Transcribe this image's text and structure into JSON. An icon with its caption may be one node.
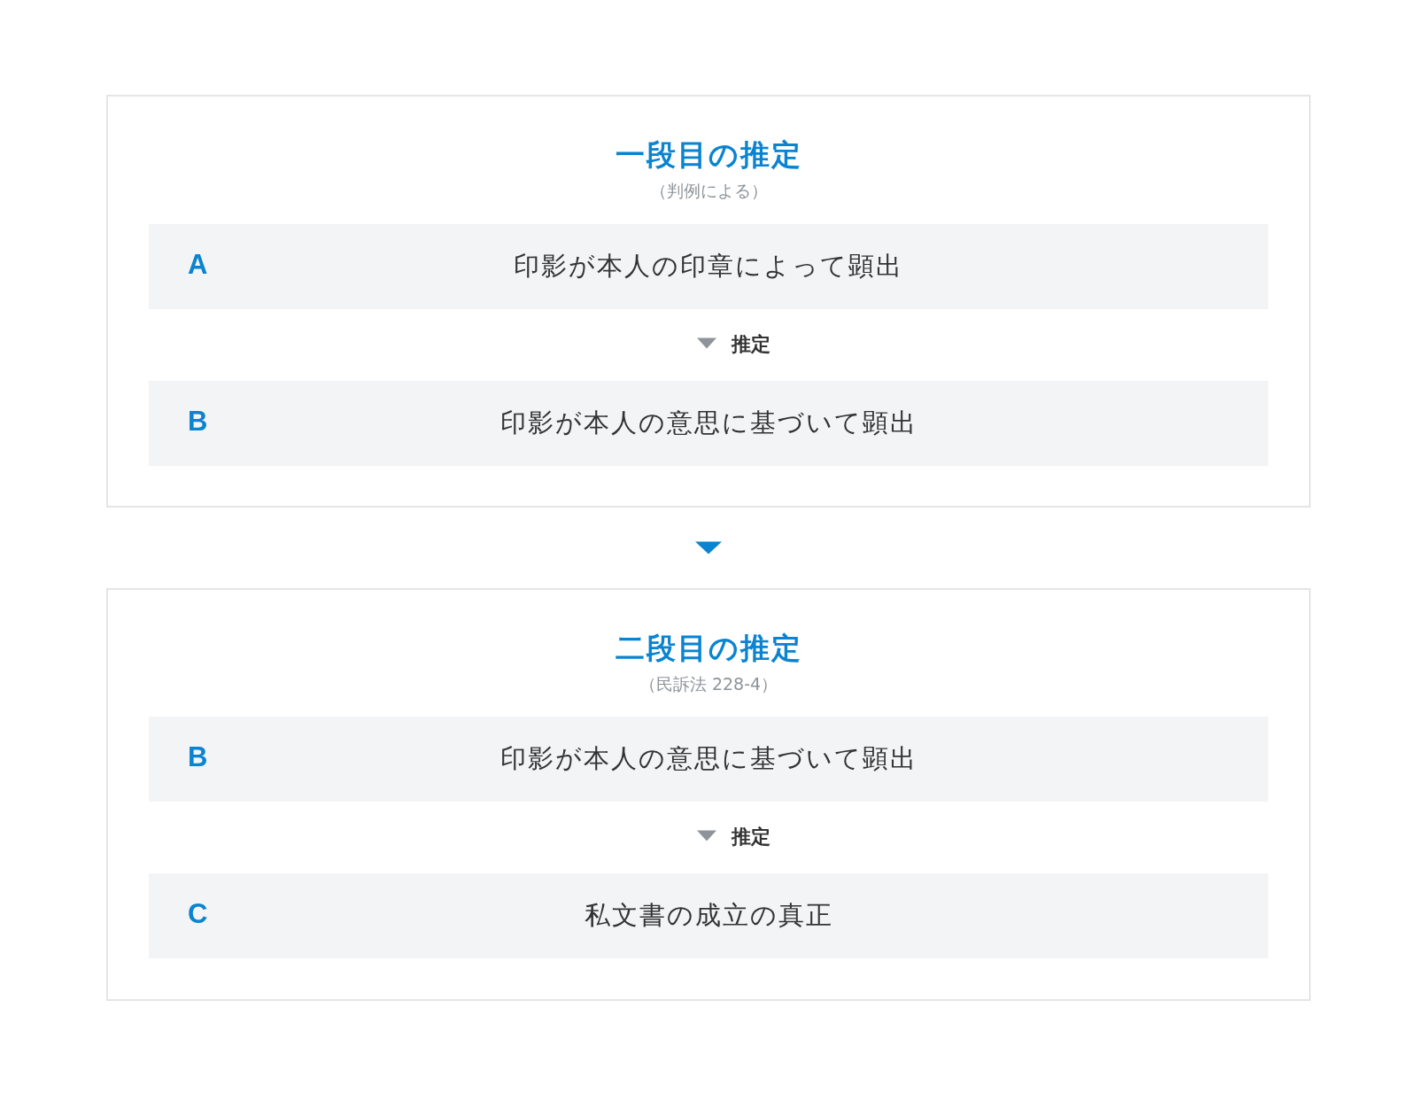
{
  "diagram": {
    "nodes": [
      {
        "text": [
          "一段目の推定",
          "（判例による）"
        ]
      },
      {
        "text": [
          "A",
          "印影が本人の印章によって顕出"
        ],
        "in": 0
      },
      {
        "text": [
          "B",
          "印影が本人の意思に基づいて顕出"
        ],
        "in": 0
      },
      {
        "text": [
          "二段目の推定",
          "（民訴法 228-4）"
        ]
      },
      {
        "text": [
          "B",
          "印影が本人の意思に基づいて顕出"
        ],
        "in": 3
      },
      {
        "text": [
          "C",
          "私文書の成立の真正"
        ],
        "in": 3
      }
    ],
    "edges": [
      {
        "from": 1,
        "to": 2,
        "arrow": "to",
        "label": "推定"
      },
      {
        "from": 0,
        "to": 3,
        "arrow": "to",
        "color": "#0a84d0"
      },
      {
        "from": 4,
        "to": 5,
        "arrow": "to",
        "label": "推定"
      }
    ]
  }
}
